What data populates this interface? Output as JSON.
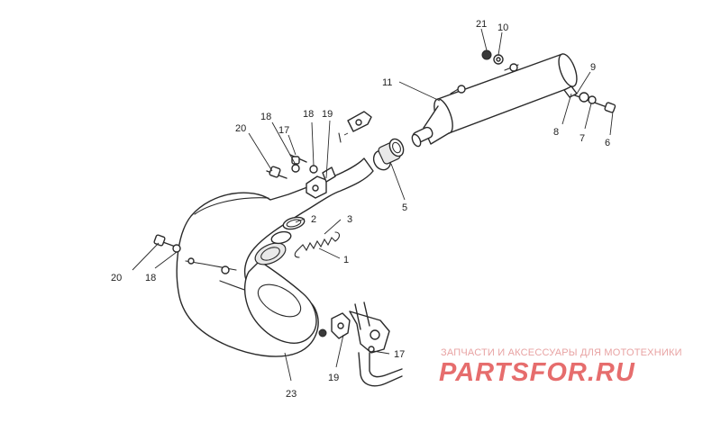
{
  "callouts": {
    "c1": "1",
    "c2": "2",
    "c3": "3",
    "c5": "5",
    "c6": "6",
    "c7": "7",
    "c8": "8",
    "c9": "9",
    "c10": "10",
    "c11": "11",
    "c17a": "17",
    "c17b": "17",
    "c18a": "18",
    "c18b": "18",
    "c18c": "18",
    "c19a": "19",
    "c19b": "19",
    "c20a": "20",
    "c20b": "20",
    "c21": "21",
    "c23": "23"
  },
  "watermark": {
    "caption": "ЗАПЧАСТИ И АКСЕССУАРЫ ДЛЯ МОТОТЕХНИКИ",
    "logo": "PARTSFOR.RU",
    "color": "#e66d6d"
  }
}
